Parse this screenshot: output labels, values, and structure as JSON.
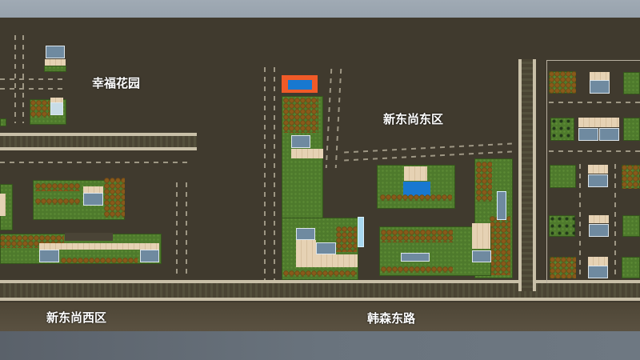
{
  "map": {
    "labels": {
      "xingfu_garden": "幸福花园",
      "xindongshang_east": "新东尚东区",
      "xindongshang_west": "新东尚西区",
      "hansen_east_road": "韩森东路"
    },
    "colors": {
      "ground": "#403a2e",
      "grass": "#4e7a2c",
      "road_edge": "#c9c0a8",
      "building_roof": "#6f8aa0",
      "pool": "#1878d0",
      "highlight": "#f05a28",
      "sky": "#9aa5b0"
    }
  }
}
